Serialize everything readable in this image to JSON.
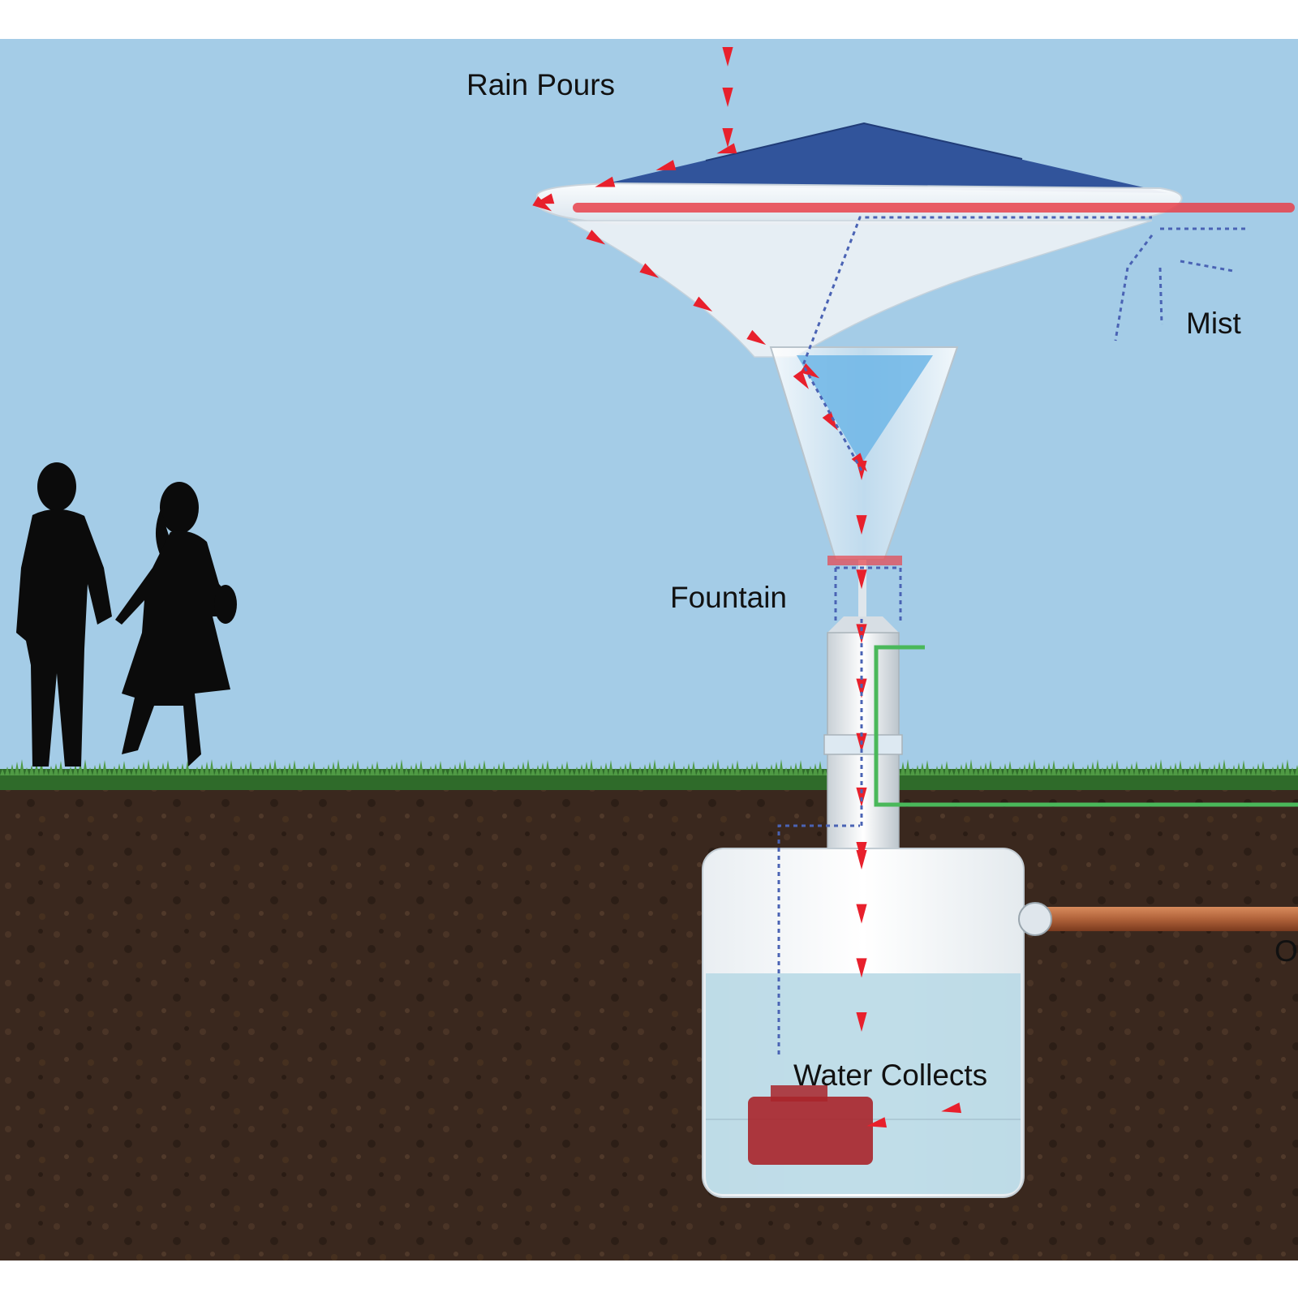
{
  "labels": {
    "rain": "Rain Pours",
    "mist": "Mist",
    "fountain": "Fountain",
    "water": "Water Collects",
    "overflow_cut": "O"
  },
  "colors": {
    "sky": "#a4cce7",
    "soil": "#3a281e",
    "grass": "#2f6b2a",
    "rain_flow": "#e8202c",
    "mist_flow": "#4a63b4",
    "drain_pipe": "#b0623a",
    "green_pipe": "#4ab85a",
    "water": "#b9d9e6",
    "pump": "#a8242a",
    "silhouette": "#0b0b0b"
  }
}
